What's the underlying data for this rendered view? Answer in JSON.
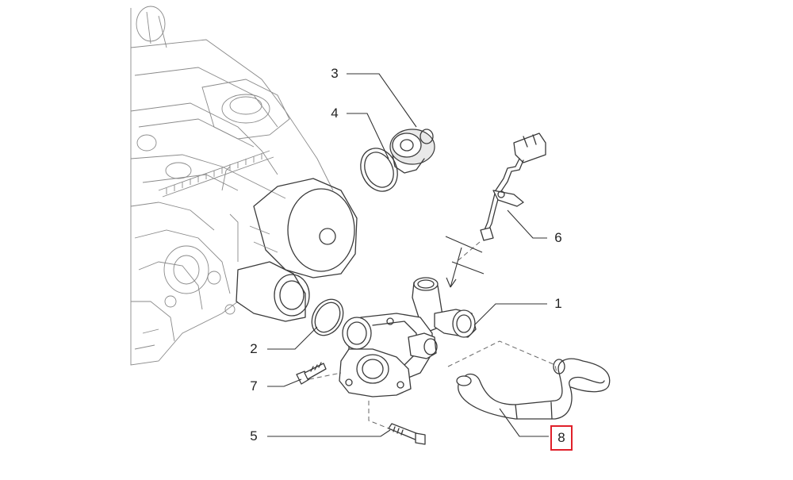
{
  "callouts": [
    {
      "id": "1",
      "label": "1"
    },
    {
      "id": "2",
      "label": "2"
    },
    {
      "id": "3",
      "label": "3"
    },
    {
      "id": "4",
      "label": "4"
    },
    {
      "id": "5",
      "label": "5"
    },
    {
      "id": "6",
      "label": "6"
    },
    {
      "id": "7",
      "label": "7"
    },
    {
      "id": "8",
      "label": "8",
      "highlighted": true
    }
  ],
  "colors": {
    "line": "#3a3a3a",
    "highlight": "#e0202a",
    "background": "#ffffff"
  }
}
